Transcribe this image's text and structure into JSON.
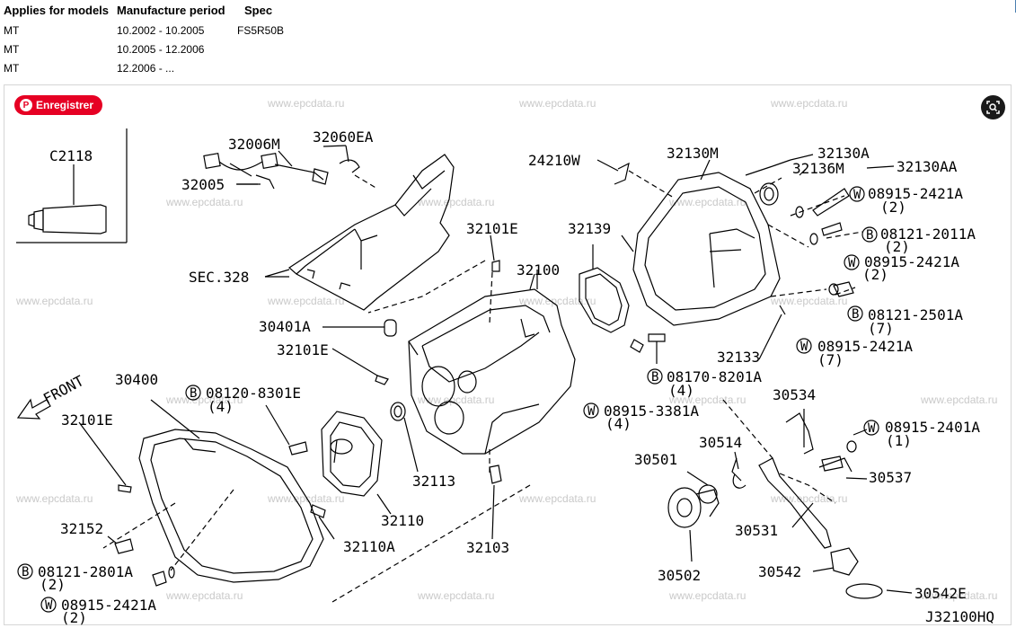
{
  "table": {
    "headers": [
      "Applies for models",
      "Manufacture period",
      "Spec"
    ],
    "rows": [
      {
        "model": "MT",
        "period": "10.2002 - 10.2005",
        "spec": "FS5R50B"
      },
      {
        "model": "MT",
        "period": "10.2005 - 12.2006",
        "spec": ""
      },
      {
        "model": "MT",
        "period": "12.2006 - ...",
        "spec": ""
      }
    ]
  },
  "pin_button": {
    "label": "Enregistrer",
    "icon": "pinterest-icon"
  },
  "lens_button": {
    "icon": "visual-search-icon"
  },
  "watermark": "www.epcdata.ru",
  "diagram_code": "J32100HQ",
  "labels": {
    "c2118": "C2118",
    "p32006m": "32006M",
    "p32060ea": "32060EA",
    "p32005": "32005",
    "sec328": "SEC.328",
    "p24210w": "24210W",
    "p32130m": "32130M",
    "p32130a": "32130A",
    "p32136m": "32136M",
    "p32130aa": "32130AA",
    "w08915_2421a_1": "08915-2421A",
    "q2a": "(2)",
    "b08121_2011a": "08121-2011A",
    "q2b": "(2)",
    "w08915_2421a_2": "08915-2421A",
    "q2c": "(2)",
    "b08121_2501a": "08121-2501A",
    "q7a": "(7)",
    "w08915_2421a_3": "08915-2421A",
    "q7b": "(7)",
    "p32101e_1": "32101E",
    "p32139": "32139",
    "p32100": "32100",
    "p30401a": "30401A",
    "p32101e_2": "32101E",
    "p32133": "32133",
    "b08170_8201a": "08170-8201A",
    "q4a": "(4)",
    "w08915_3381a": "08915-3381A",
    "q4b": "(4)",
    "front": "FRONT",
    "p30400": "30400",
    "b08120_8301e": "08120-8301E",
    "q4c": "(4)",
    "p32101e_3": "32101E",
    "p30534": "30534",
    "w08915_2401a": "08915-2401A",
    "q1": "(1)",
    "p30514": "30514",
    "p30501": "30501",
    "p30537": "30537",
    "p32113": "32113",
    "p32110": "32110",
    "p32152": "32152",
    "p32110a": "32110A",
    "p32103": "32103",
    "p30531": "30531",
    "b08121_2801a": "08121-2801A",
    "q2d": "(2)",
    "p30502": "30502",
    "p30542": "30542",
    "w08915_2421a_4": "08915-2421A",
    "q2e": "(2)",
    "p30542e": "30542E",
    "circle_b": "B",
    "circle_w": "W"
  }
}
